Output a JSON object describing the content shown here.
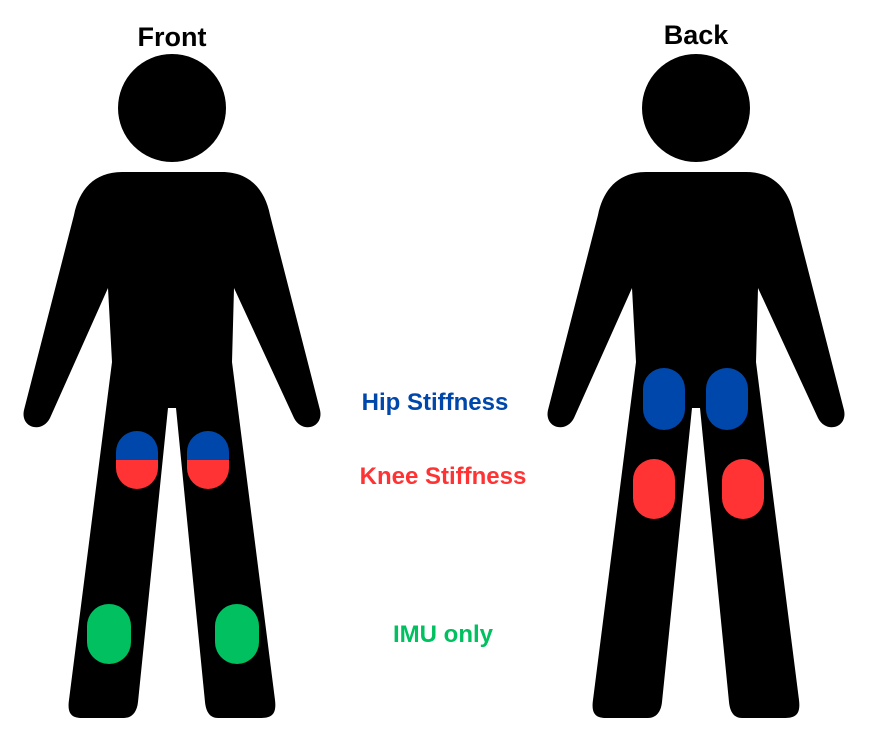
{
  "views": {
    "front": {
      "title": "Front"
    },
    "back": {
      "title": "Back"
    }
  },
  "legend": {
    "hip": {
      "label": "Hip Stiffness",
      "color": "#0047ab"
    },
    "knee": {
      "label": "Knee Stiffness",
      "color": "#ff3333"
    },
    "imu": {
      "label": "IMU only",
      "color": "#00c060"
    }
  },
  "colors": {
    "body": "#000000",
    "background": "#ffffff"
  }
}
